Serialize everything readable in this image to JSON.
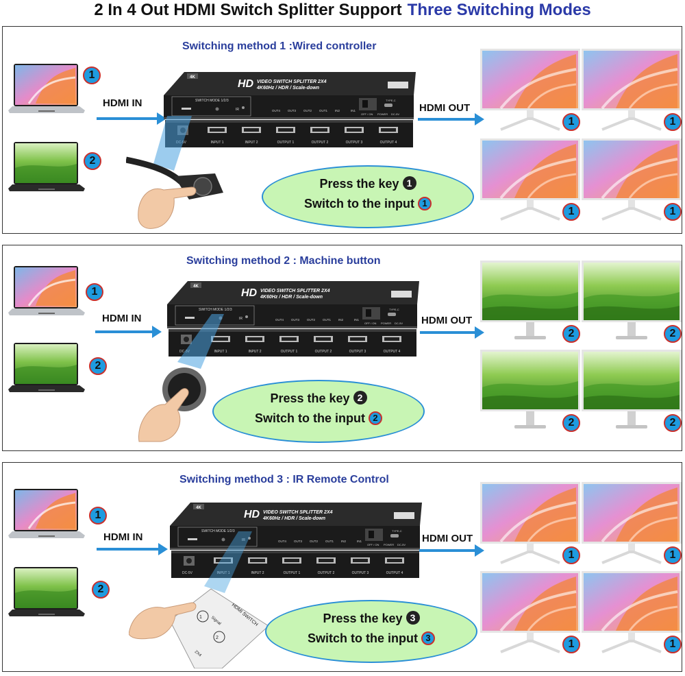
{
  "title": {
    "main": "2 In 4 Out  HDMI Switch Splitter Support",
    "highlight": "Three Switching Modes"
  },
  "panels": [
    {
      "title": "Switching method 1 :Wired controller",
      "hdmi_in": "HDMI  IN",
      "hdmi_out": "HDMI OUT",
      "press": "Press the key",
      "switch": "Switch to the input",
      "key": "1",
      "input": "1",
      "monitor_screen": "pink",
      "monitor_badge": "1"
    },
    {
      "title": "Switching method 2 : Machine button",
      "hdmi_in": "HDMI  IN",
      "hdmi_out": "HDMI OUT",
      "press": "Press the key",
      "switch": "Switch to the input",
      "key": "2",
      "input": "2",
      "monitor_screen": "green",
      "monitor_badge": "2"
    },
    {
      "title": "Switching method 3 : IR Remote Control",
      "hdmi_in": "HDMI  IN",
      "hdmi_out": "HDMI OUT",
      "press": "Press the key",
      "switch": "Switch to the input",
      "key": "3",
      "input": "3",
      "monitor_screen": "pink",
      "monitor_badge": "1"
    }
  ],
  "laptops": {
    "first": "1",
    "second": "2"
  },
  "device": {
    "brand": "HD",
    "model": "VIDEO SWITCH SPLITTER 2X4",
    "spec": "4K60Hz / HDR / Scale-down",
    "badge": "4K",
    "mode_label": "SWITCH MODE 1/2/3",
    "ir": "IR",
    "front_ports": [
      "OUT4",
      "OUT3",
      "OUT2",
      "OUT1",
      "IN2",
      "IN1"
    ],
    "power_labels": [
      "OFF / ON",
      "POWER",
      "DC-5V"
    ],
    "type_c": "TYPE-C",
    "rear_dc": "DC-5V",
    "rear_ports": [
      "INPUT 1",
      "INPUT 2",
      "OUTPUT 1",
      "OUTPUT 2",
      "OUTPUT 3",
      "OUTPUT 4"
    ]
  },
  "remote": {
    "label": "HDMI SWITCH",
    "signal": "Signal",
    "b1": "1",
    "b2": "2",
    "foot": "2X4"
  },
  "colors": {
    "accent": "#2a3e9c",
    "badge_fill": "#1e9be0",
    "badge_ring": "#c9302c",
    "bubble": "#c8f5b4",
    "arrow": "#2a8fd6"
  }
}
